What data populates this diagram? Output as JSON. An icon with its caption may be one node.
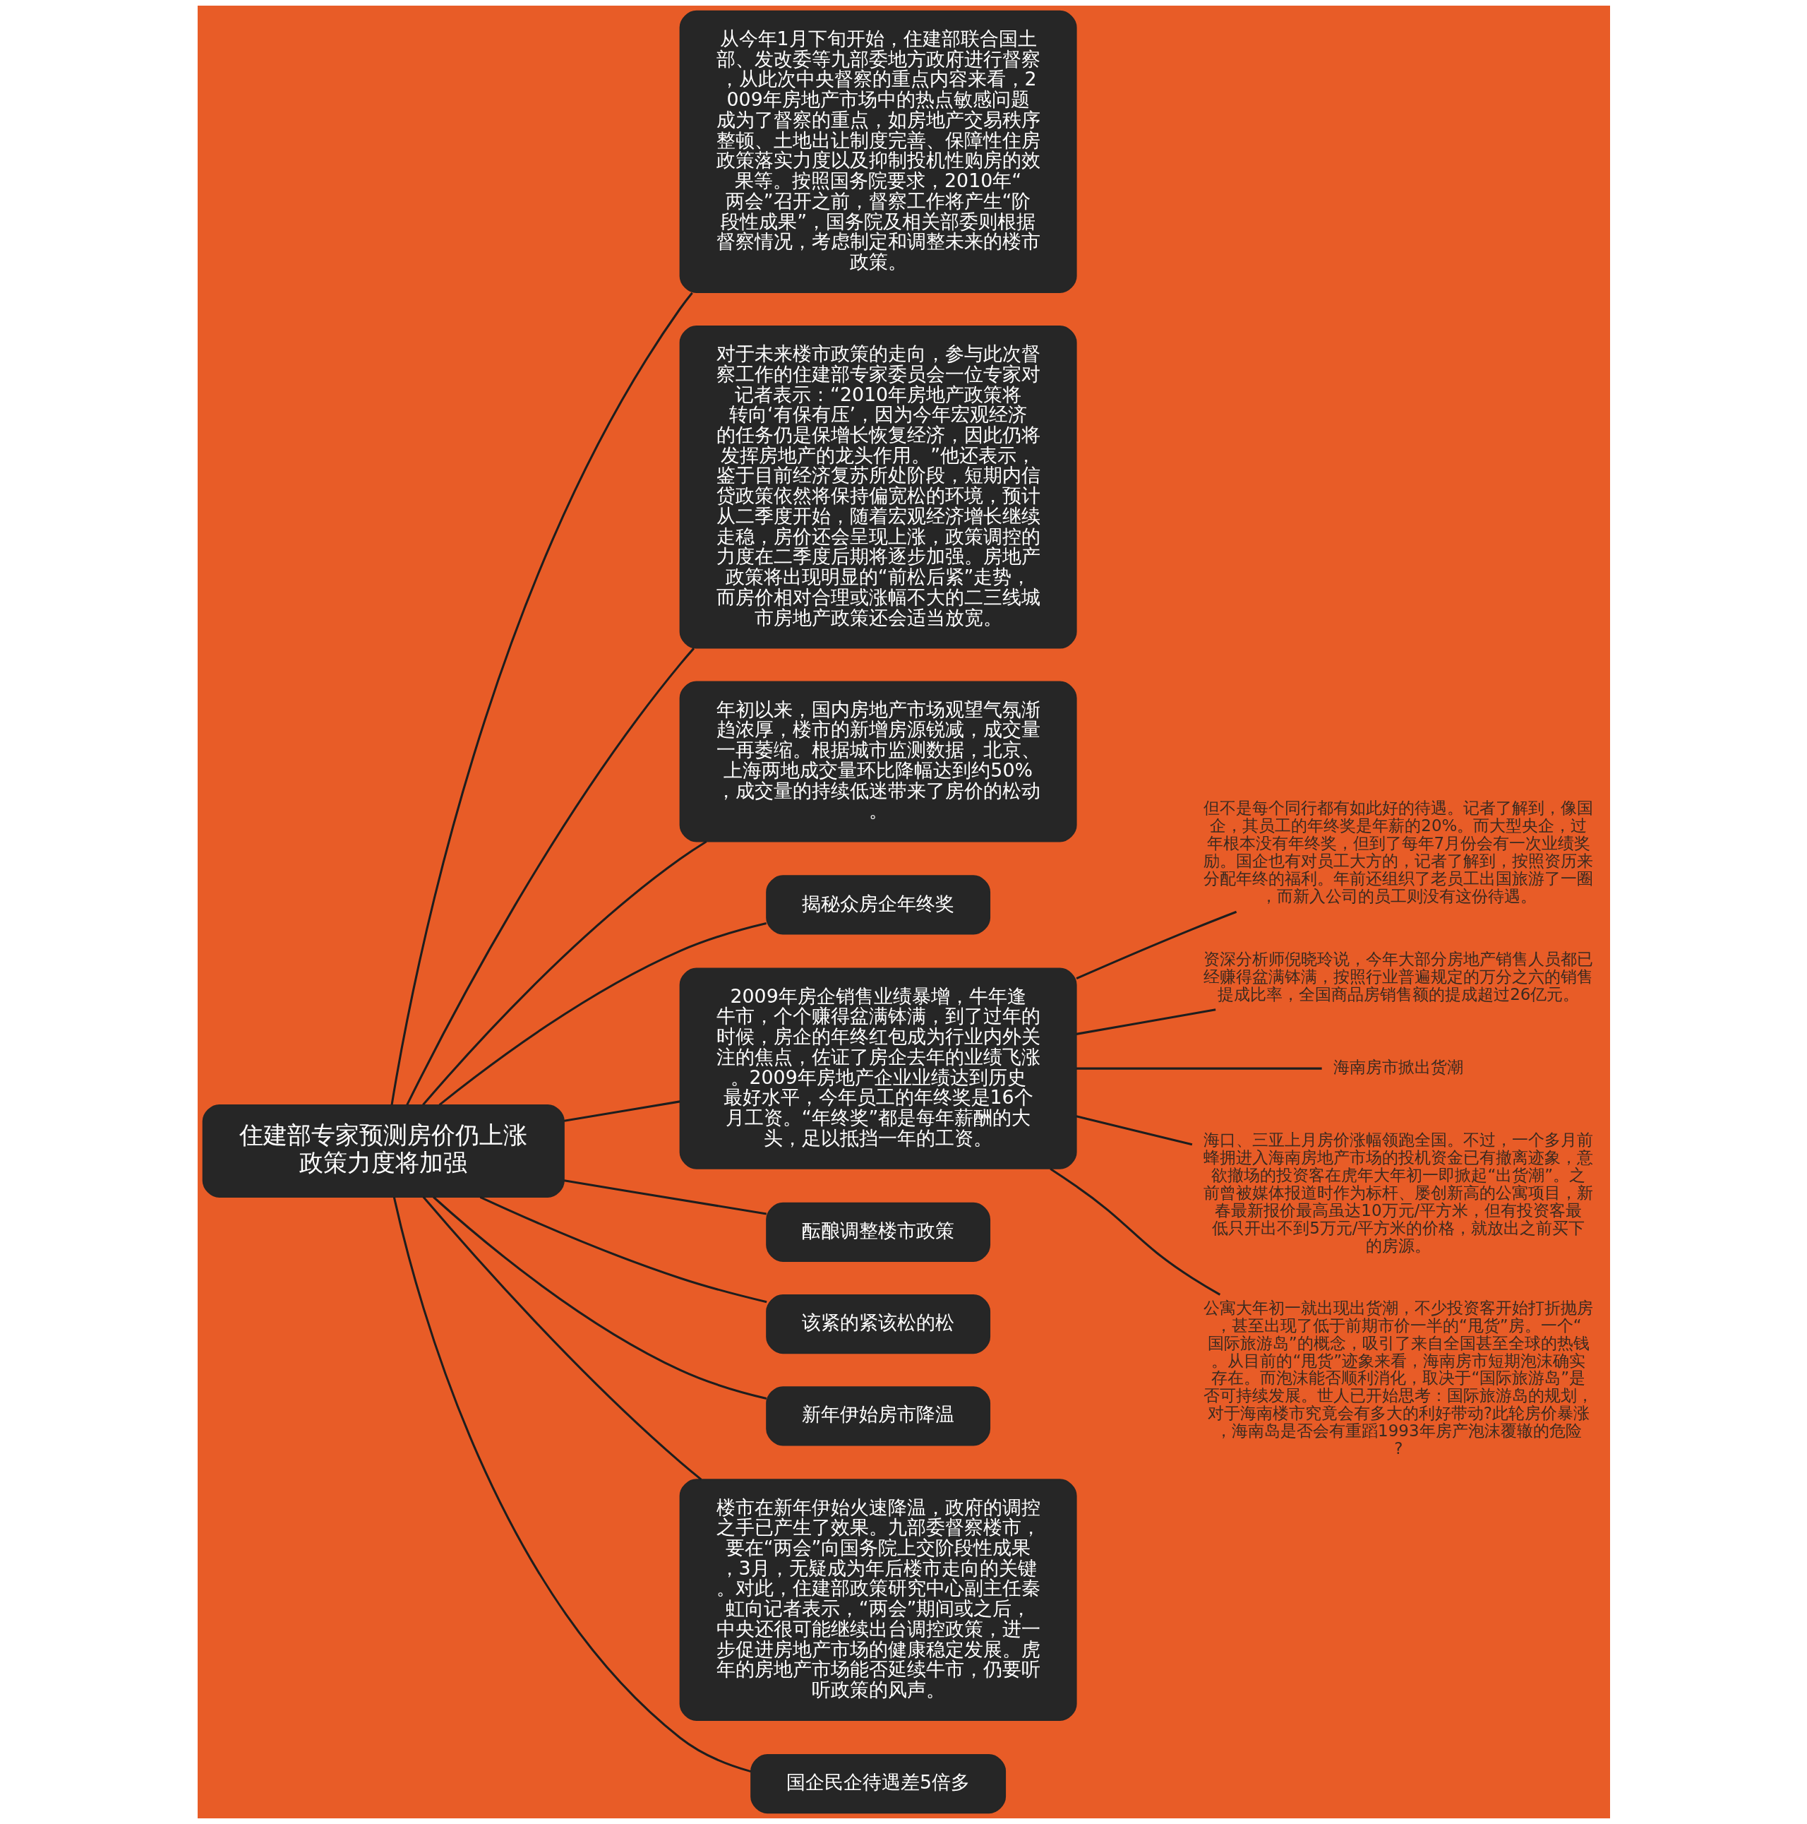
{
  "diagram": {
    "nodes": [
      {
        "text": [
          "住建部专家预测房价仍上涨政策力度将加强"
        ]
      },
      {
        "text": [
          "从今年1月下旬开始，住建部联合国土部、发改委等九部委地方政府进行督察，从此次中央督察的重点内容来看，2009年房地产市场中的热点敏感问题成为了督察的重点，如房地产交易秩序整顿、土地出让制度完善、保障性住房政策落实力度以及抑制投机性购房的效果等。按照国务院要求，2010年“两会”召开之前，督察工作将产生“阶段性成果”，国务院及相关部委则根据督察情况，考虑制定和调整未来的楼市政策。"
        ]
      },
      {
        "text": [
          "对于未来楼市政策的走向，参与此次督察工作的住建部专家委员会一位专家对记者表示：“2010年房地产政策将转向‘有保有压’，因为今年宏观经济的任务仍是保增长恢复经济，因此仍将发挥房地产的龙头作用。”他还表示，鉴于目前经济复苏所处阶段，短期内信贷政策依然将保持偏宽松的环境，预计从二季度开始，随着宏观经济增长继续走稳，房价还会呈现上涨，政策调控的力度在二季度后期将逐步加强。房地产政策将出现明显的“前松后紧”走势，而房价相对合理或涨幅不大的二三线城市房地产政策还会适当放宽。"
        ]
      },
      {
        "text": [
          "年初以来，国内房地产市场观望气氛渐趋浓厚，楼市的新增房源锐减，成交量一再萎缩。根据城市监测数据，北京、上海两地成交量环比降幅达到约50%，成交量的持续低迷带来了房价的松动。"
        ]
      },
      {
        "text": [
          "揭秘众房企年终奖"
        ]
      },
      {
        "text": [
          "2009年房企销售业绩暴增，牛年逢牛市，个个赚得盆满钵满，到了过年的时候，房企的年终红包成为行业内外关注的焦点，佐证了房企去年的业绩飞涨。2009年房地产企业业绩达到历史最好水平，今年员工的年终奖是16个月工资。“年终奖”都是每年薪酬的大头，足以抵挡一年的工资。"
        ]
      },
      {
        "text": [
          "但不是每个同行都有如此好的待遇。记者了解到，像国企，其员工的年终奖是年薪的20%。而大型央企，过年根本没有年终奖，但到了每年7月份会有一次业绩奖励。国企也有对员工大方的，记者了解到，按照资历来分配年终的福利。年前还组织了老员工出国旅游了一圈，而新入公司的员工则没有这份待遇。"
        ]
      },
      {
        "text": [
          "资深分析师倪晓玲说，今年大部分房地产销售人员都已经赚得盆满钵满，按照行业普遍规定的万分之六的销售提成比率，全国商品房销售额的提成超过26亿元。"
        ]
      },
      {
        "text": [
          "海南房市掀出货潮"
        ]
      },
      {
        "text": [
          "海口、三亚上月房价涨幅领跑全国。不过，一个多月前蜂拥进入海南房地产市场的投机资金已有撤离迹象，意欲撤场的投资客在虎年大年初一即掀起“出货潮”。之前曾被媒体报道时作为标杆、屡创新高的公寓项目，新春最新报价最高虽达10万元/平方米，但有投资客最低只开出不到5万元/平方米的价格，就放出之前买下的房源。"
        ]
      },
      {
        "text": [
          "公寓大年初一就出现出货潮，不少投资客开始打折抛房，甚至出现了低于前期市价一半的“甩货”房。一个“国际旅游岛”的概念，吸引了来自全国甚至全球的热钱。从目前的“甩货”迹象来看，海南房市短期泡沫确实存在。而泡沫能否顺利消化，取决于“国际旅游岛”是否可持续发展。世人已开始思考：国际旅游岛的规划，对于海南楼市究竟会有多大的利好带动?此轮房价暴涨，海南岛是否会有重蹈1993年房产泡沫覆辙的危险?"
        ]
      },
      {
        "text": [
          "酝酿调整楼市政策"
        ]
      },
      {
        "text": [
          "该紧的紧该松的松"
        ]
      },
      {
        "text": [
          "新年伊始房市降温"
        ]
      },
      {
        "text": [
          "楼市在新年伊始火速降温，政府的调控之手已产生了效果。九部委督察楼市，要在“两会”向国务院上交阶段性成果，3月，无疑成为年后楼市走向的关键。对此，住建部政策研究中心副主任秦虹向记者表示，“两会”期间或之后，中央还很可能继续出台调控政策，进一步促进房地产市场的健康稳定发展。虎年的房地产市场能否延续牛市，仍要听听政策的风声。"
        ]
      },
      {
        "text": [
          "国企民企待遇差5倍多"
        ]
      }
    ],
    "edges": [
      {
        "from": 0,
        "to": 1,
        "arrow": "none"
      },
      {
        "from": 0,
        "to": 2,
        "arrow": "none"
      },
      {
        "from": 0,
        "to": 3,
        "arrow": "none"
      },
      {
        "from": 0,
        "to": 4,
        "arrow": "none"
      },
      {
        "from": 0,
        "to": 5,
        "arrow": "none"
      },
      {
        "from": 5,
        "to": 6,
        "arrow": "none"
      },
      {
        "from": 5,
        "to": 7,
        "arrow": "none"
      },
      {
        "from": 5,
        "to": 8,
        "arrow": "none"
      },
      {
        "from": 5,
        "to": 9,
        "arrow": "none"
      },
      {
        "from": 5,
        "to": 10,
        "arrow": "none"
      },
      {
        "from": 0,
        "to": 11,
        "arrow": "none"
      },
      {
        "from": 0,
        "to": 12,
        "arrow": "none"
      },
      {
        "from": 0,
        "to": 13,
        "arrow": "none"
      },
      {
        "from": 0,
        "to": 14,
        "arrow": "none"
      },
      {
        "from": 0,
        "to": 15,
        "arrow": "none"
      }
    ]
  }
}
